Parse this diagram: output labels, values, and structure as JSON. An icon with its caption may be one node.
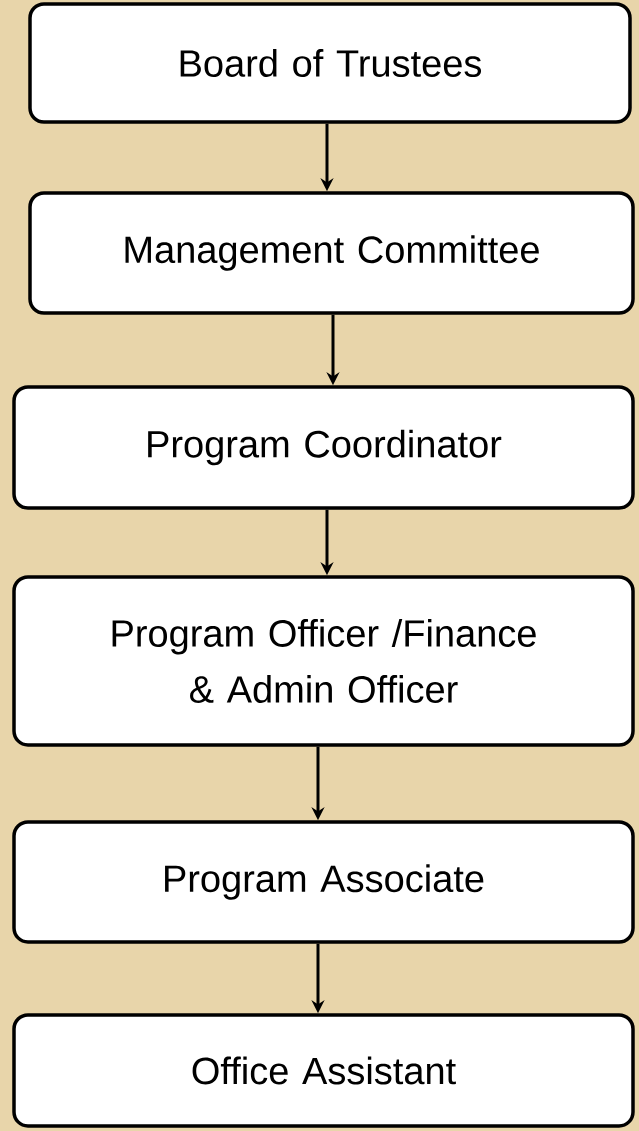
{
  "diagram": {
    "nodes": [
      {
        "text": [
          "Board of Trustees"
        ]
      },
      {
        "text": [
          "Management Committee"
        ]
      },
      {
        "text": [
          "Program Coordinator"
        ]
      },
      {
        "text": [
          "Program Officer /Finance & Admin Officer"
        ]
      },
      {
        "text": [
          "Program Associate"
        ]
      },
      {
        "text": [
          "Office Assistant"
        ]
      }
    ],
    "edges": [
      {
        "from": 0,
        "to": 1,
        "arrow": "to"
      },
      {
        "from": 1,
        "to": 2,
        "arrow": "to"
      },
      {
        "from": 2,
        "to": 3,
        "arrow": "to"
      },
      {
        "from": 3,
        "to": 4,
        "arrow": "to"
      },
      {
        "from": 4,
        "to": 5,
        "arrow": "to"
      }
    ]
  }
}
